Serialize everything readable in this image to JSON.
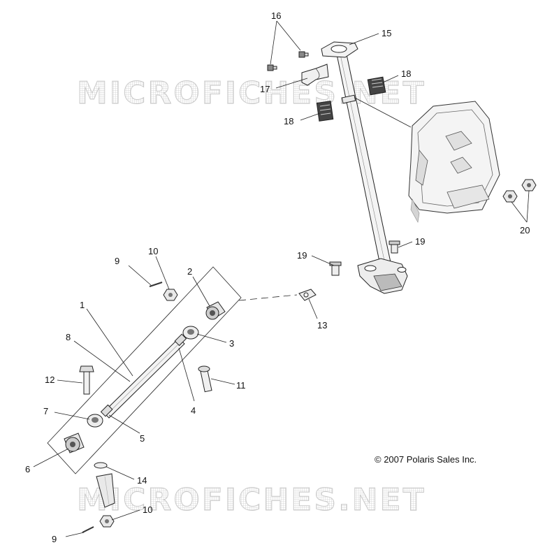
{
  "watermark": {
    "text": "MICROFICHES.NET"
  },
  "copyright": "© 2007 Polaris Sales Inc.",
  "callouts": {
    "c1": "1",
    "c2": "2",
    "c3": "3",
    "c4": "4",
    "c5": "5",
    "c6": "6",
    "c7": "7",
    "c8": "8",
    "c9a": "9",
    "c9b": "9",
    "c10a": "10",
    "c10b": "10",
    "c11": "11",
    "c12": "12",
    "c13": "13",
    "c14": "14",
    "c15": "15",
    "c16": "16",
    "c17": "17",
    "c18a": "18",
    "c18b": "18",
    "c19a": "19",
    "c19b": "19",
    "c20": "20"
  },
  "colors": {
    "line": "#222222",
    "part_fill": "#f2f2f2",
    "part_shade": "#9a9a9a",
    "watermark": "#c9c9c9"
  }
}
